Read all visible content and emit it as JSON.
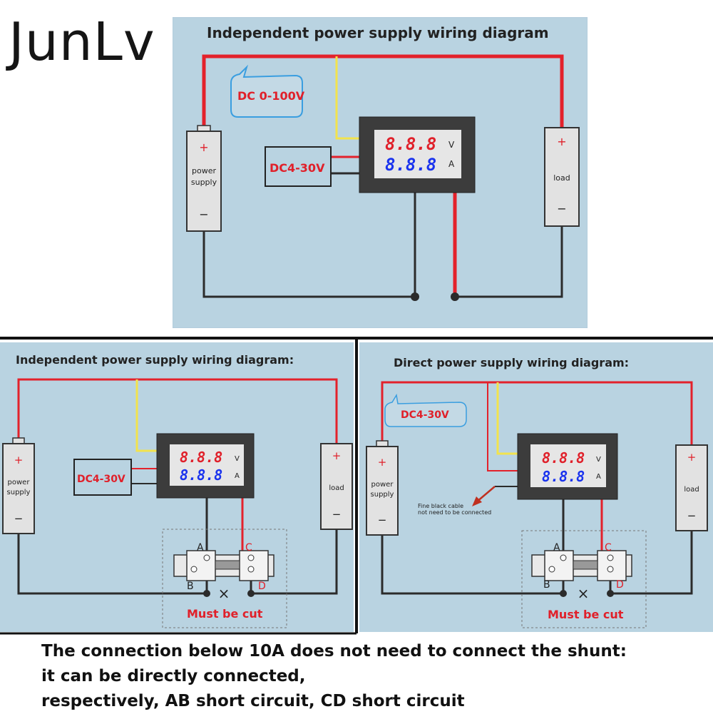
{
  "brand": "JunLv",
  "colors": {
    "panel_bg": "#b9d3e1",
    "wire_red": "#e3212b",
    "wire_yellow": "#f2e34d",
    "wire_black": "#2b2b2b",
    "display_red": "#e0202a",
    "display_blue": "#1a33ee",
    "callout_border": "#3a9ee0"
  },
  "top": {
    "title": "Independent power supply wiring diagram",
    "voltage_callout": "DC 0-100V",
    "meter_supply": "DC4-30V",
    "display_top": "8.8.8",
    "display_bottom": "8.8.8",
    "unit_top": "V",
    "unit_bottom": "A",
    "source_plus": "+",
    "source_line1": "power",
    "source_line2": "supply",
    "source_minus": "−",
    "load_plus": "+",
    "load_label": "load",
    "load_minus": "−"
  },
  "left": {
    "title": "Independent power supply wiring diagram:",
    "meter_supply": "DC4-30V",
    "display_top": "8.8.8",
    "display_bottom": "8.8.8",
    "unit_top": "V",
    "unit_bottom": "A",
    "source_plus": "+",
    "source_line1": "power",
    "source_line2": "supply",
    "source_minus": "−",
    "load_plus": "+",
    "load_label": "load",
    "load_minus": "−",
    "terminal_a": "A",
    "terminal_b": "B",
    "terminal_c": "C",
    "terminal_d": "D",
    "cut_mark": "×",
    "cut_text": "Must be cut"
  },
  "right": {
    "title": "Direct power supply wiring diagram:",
    "voltage_callout": "DC4-30V",
    "display_top": "8.8.8",
    "display_bottom": "8.8.8",
    "unit_top": "V",
    "unit_bottom": "A",
    "source_plus": "+",
    "source_line1": "power",
    "source_line2": "supply",
    "source_minus": "−",
    "load_plus": "+",
    "load_label": "load",
    "load_minus": "−",
    "note_line1": "Fine black cable",
    "note_line2": "not need to be connected",
    "terminal_a": "A",
    "terminal_b": "B",
    "terminal_c": "C",
    "terminal_d": "D",
    "cut_mark": "×",
    "cut_text": "Must be cut"
  },
  "caption": {
    "line1": "The connection below 10A does not need to connect the shunt:",
    "line2": "it can be directly connected,",
    "line3": "respectively, AB short circuit, CD short circuit"
  }
}
